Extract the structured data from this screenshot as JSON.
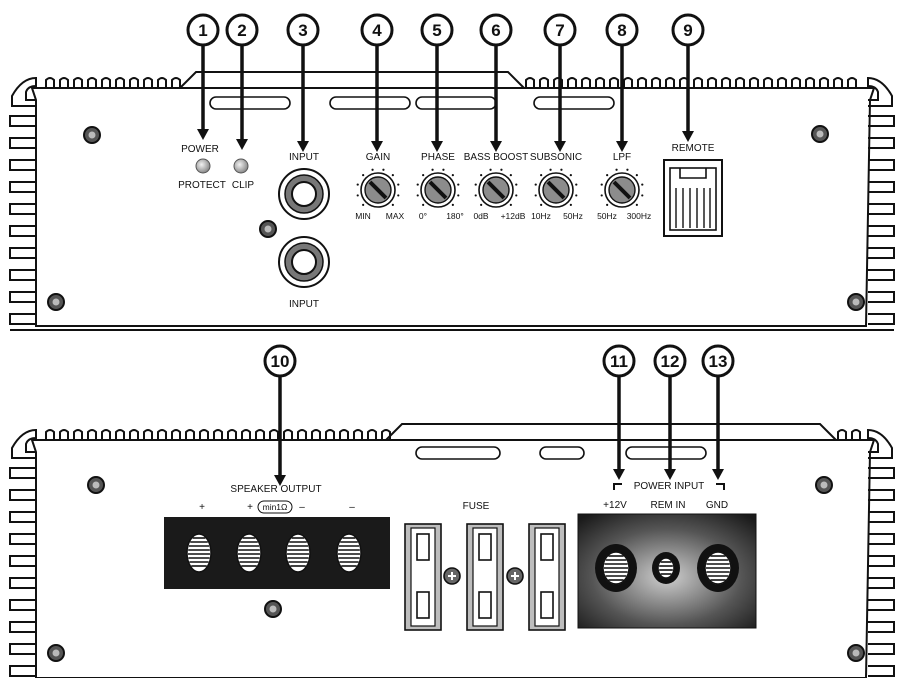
{
  "colors": {
    "line": "#111111",
    "panel_fill": "#ffffff",
    "terminal_block": "#1a1a1a",
    "led": "#bdbdbd"
  },
  "callouts": [
    "1",
    "2",
    "3",
    "4",
    "5",
    "6",
    "7",
    "8",
    "9",
    "10",
    "11",
    "12",
    "13"
  ],
  "front_panel": {
    "power_label": "POWER",
    "protect_label": "PROTECT",
    "clip_label": "CLIP",
    "input_top_label": "INPUT",
    "input_bottom_label": "INPUT",
    "remote_label": "REMOTE",
    "knobs": [
      {
        "name": "GAIN",
        "min": "MIN",
        "max": "MAX"
      },
      {
        "name": "PHASE",
        "min": "0°",
        "max": "180°"
      },
      {
        "name": "BASS BOOST",
        "min": "0dB",
        "max": "+12dB"
      },
      {
        "name": "SUBSONIC",
        "min": "10Hz",
        "max": "50Hz"
      },
      {
        "name": "LPF",
        "min": "50Hz",
        "max": "300Hz"
      }
    ]
  },
  "rear_panel": {
    "speaker_output_label": "SPEAKER OUTPUT",
    "speaker_plus_1": "+",
    "speaker_plus_2": "+",
    "speaker_min_ohm": "min1Ω",
    "speaker_minus_1": "–",
    "speaker_minus_2": "–",
    "fuse_label": "FUSE",
    "power_input_label": "POWER INPUT",
    "terminal_12v": "+12V",
    "terminal_rem": "REM IN",
    "terminal_gnd": "GND"
  }
}
